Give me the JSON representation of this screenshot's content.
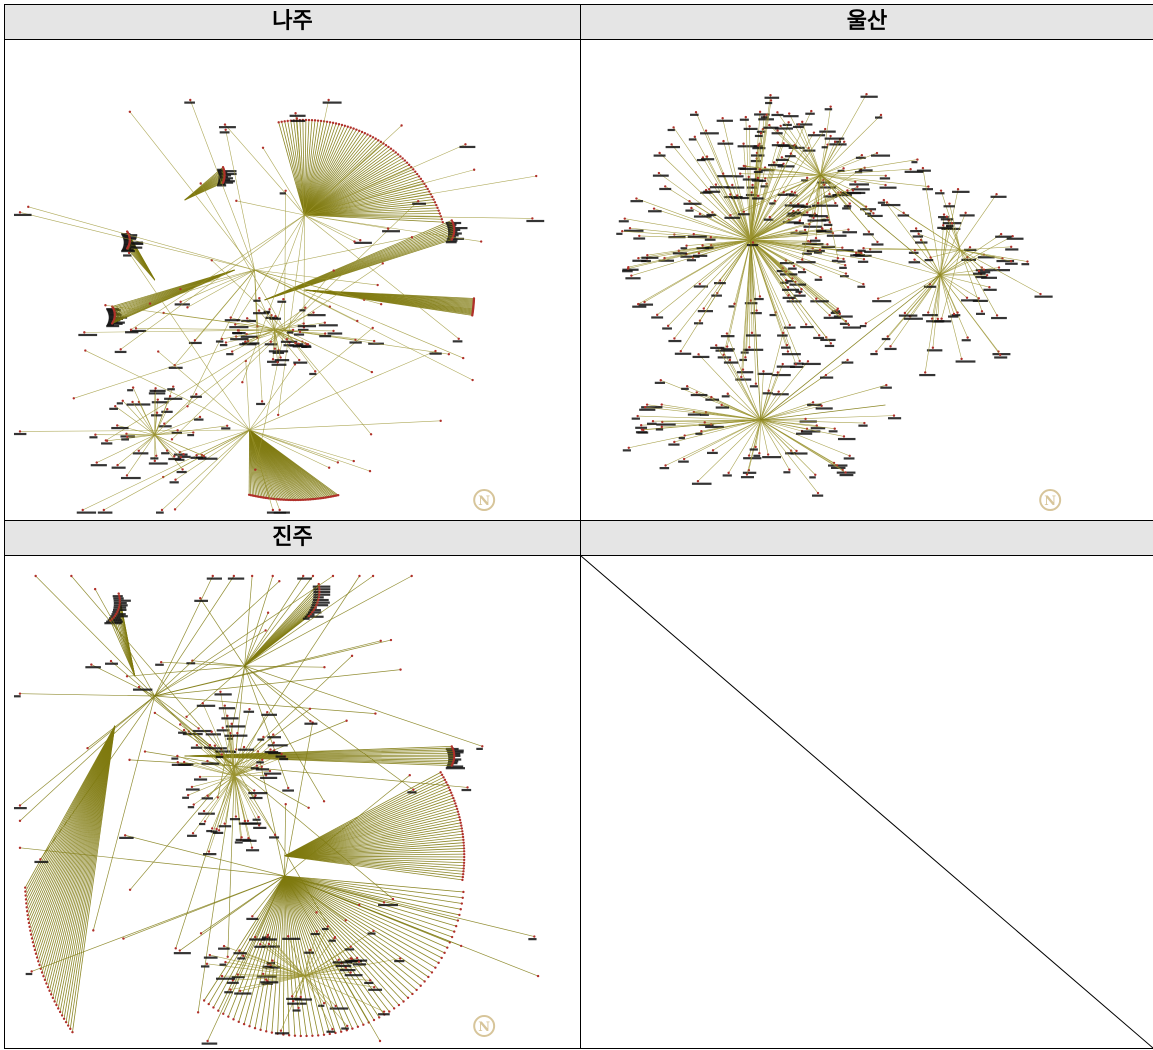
{
  "panels": [
    {
      "title": "나주"
    },
    {
      "title": "울산"
    },
    {
      "title": "진주"
    },
    {
      "title": ""
    }
  ],
  "watermark_glyph": "N",
  "colors": {
    "edge": "#7f7a10",
    "edge_light": "#9a9330",
    "node": "#b0302a",
    "label": "#111111",
    "header_bg": "#e5e5e5",
    "watermark": "#d7c59a"
  }
}
